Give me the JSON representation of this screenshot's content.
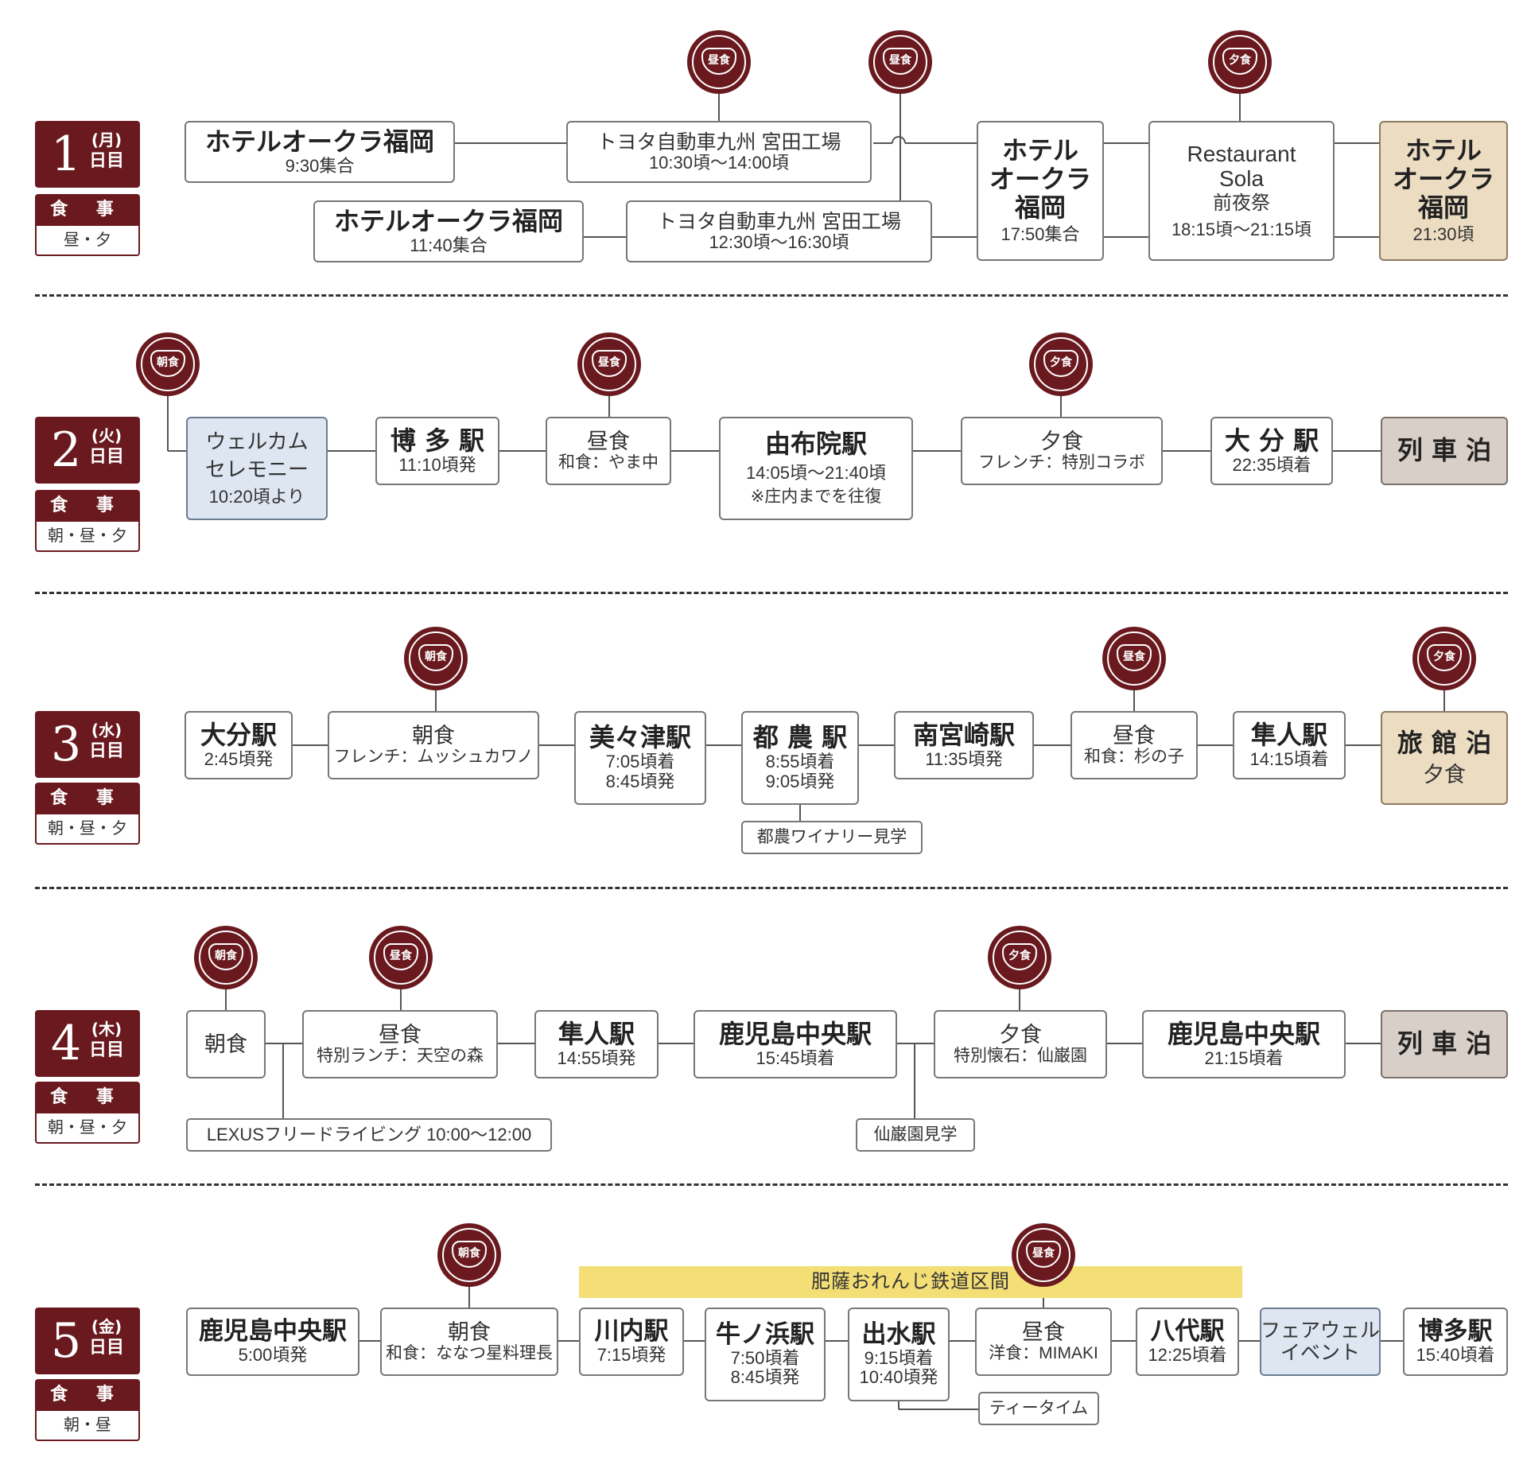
{
  "colors": {
    "accent": "#6a1a1f",
    "box_blue": "#dde6f1",
    "box_tan": "#ecdcc2",
    "box_grey": "#d8cfc8",
    "banner": "#f4df76"
  },
  "meal_header": "食 事",
  "day_suffix": "日目",
  "icons": {
    "breakfast": "朝食",
    "lunch": "昼食",
    "dinner": "夕食"
  },
  "days": [
    {
      "num": "1",
      "dow": "(月)",
      "meals": "昼・夕"
    },
    {
      "num": "2",
      "dow": "(火)",
      "meals": "朝・昼・夕"
    },
    {
      "num": "3",
      "dow": "(水)",
      "meals": "朝・昼・夕"
    },
    {
      "num": "4",
      "dow": "(木)",
      "meals": "朝・昼・夕"
    },
    {
      "num": "5",
      "dow": "(金)",
      "meals": "朝・昼"
    }
  ],
  "d1": {
    "hotel_a": {
      "title": "ホテルオークラ福岡",
      "time": "9:30集合"
    },
    "factory_a": {
      "title": "トヨタ自動車九州 宮田工場",
      "time": "10:30頃〜14:00頃"
    },
    "hotel_b": {
      "title": "ホテルオークラ福岡",
      "time": "11:40集合"
    },
    "factory_b": {
      "title": "トヨタ自動車九州 宮田工場",
      "time": "12:30頃〜16:30頃"
    },
    "hotel_c": {
      "l1": "ホテル",
      "l2": "オークラ",
      "l3": "福岡",
      "time": "17:50集合"
    },
    "sola": {
      "l1": "Restaurant",
      "l2": "Sola",
      "l3": "前夜祭",
      "time": "18:15頃〜21:15頃"
    },
    "hotel_end": {
      "l1": "ホテル",
      "l2": "オークラ",
      "l3": "福岡",
      "time": "21:30頃"
    }
  },
  "d2": {
    "welcome": {
      "l1": "ウェルカム",
      "l2": "セレモニー",
      "time": "10:20頃より"
    },
    "hakata": {
      "title": "博 多 駅",
      "time": "11:10頃発"
    },
    "lunch": {
      "title": "昼食",
      "sub": "和食：やま中"
    },
    "yufuin": {
      "title": "由布院駅",
      "time": "14:05頃〜21:40頃",
      "note": "※庄内までを往復"
    },
    "dinner": {
      "title": "夕食",
      "sub": "フレンチ：特別コラボ"
    },
    "oita": {
      "title": "大 分 駅",
      "time": "22:35頃着"
    },
    "stay": {
      "title": "列 車 泊"
    }
  },
  "d3": {
    "oita": {
      "title": "大分駅",
      "time": "2:45頃発"
    },
    "breakfast": {
      "title": "朝食",
      "sub": "フレンチ：ムッシュカワノ"
    },
    "mimitsu": {
      "title": "美々津駅",
      "t1": "7:05頃着",
      "t2": "8:45頃発"
    },
    "tsuno": {
      "title": "都 農 駅",
      "t1": "8:55頃着",
      "t2": "9:05頃発"
    },
    "minamimiyazaki": {
      "title": "南宮崎駅",
      "time": "11:35頃発"
    },
    "lunch": {
      "title": "昼食",
      "sub": "和食：杉の子"
    },
    "hayato": {
      "title": "隼人駅",
      "time": "14:15頃着"
    },
    "ryokan": {
      "title": "旅 館 泊",
      "sub": "夕食"
    },
    "winery": "都農ワイナリー見学"
  },
  "d4": {
    "breakfast": {
      "title": "朝食"
    },
    "lunch": {
      "title": "昼食",
      "sub": "特別ランチ：天空の森"
    },
    "hayato": {
      "title": "隼人駅",
      "time": "14:55頃発"
    },
    "kagoshima_a": {
      "title": "鹿児島中央駅",
      "time": "15:45頃着"
    },
    "dinner": {
      "title": "夕食",
      "sub": "特別懐石：仙巌園"
    },
    "kagoshima_b": {
      "title": "鹿児島中央駅",
      "time": "21:15頃着"
    },
    "stay": {
      "title": "列 車 泊"
    },
    "lexus": "LEXUSフリードライビング 10:00〜12:00",
    "sengan": "仙巌園見学"
  },
  "d5": {
    "banner": "肥薩おれんじ鉄道区間",
    "kagoshima": {
      "title": "鹿児島中央駅",
      "time": "5:00頃発"
    },
    "breakfast": {
      "title": "朝食",
      "sub": "和食：ななつ星料理長"
    },
    "sendai": {
      "title": "川内駅",
      "time": "7:15頃発"
    },
    "ushinohama": {
      "title": "牛ノ浜駅",
      "t1": "7:50頃着",
      "t2": "8:45頃発"
    },
    "izumi": {
      "title": "出水駅",
      "t1": "9:15頃着",
      "t2": "10:40頃発"
    },
    "lunch": {
      "title": "昼食",
      "sub": "洋食：MIMAKI"
    },
    "yatsushiro": {
      "title": "八代駅",
      "time": "12:25頃着"
    },
    "farewell": {
      "l1": "フェアウェル",
      "l2": "イベント"
    },
    "hakata": {
      "title": "博多駅",
      "time": "15:40頃着"
    },
    "teatime": "ティータイム"
  }
}
